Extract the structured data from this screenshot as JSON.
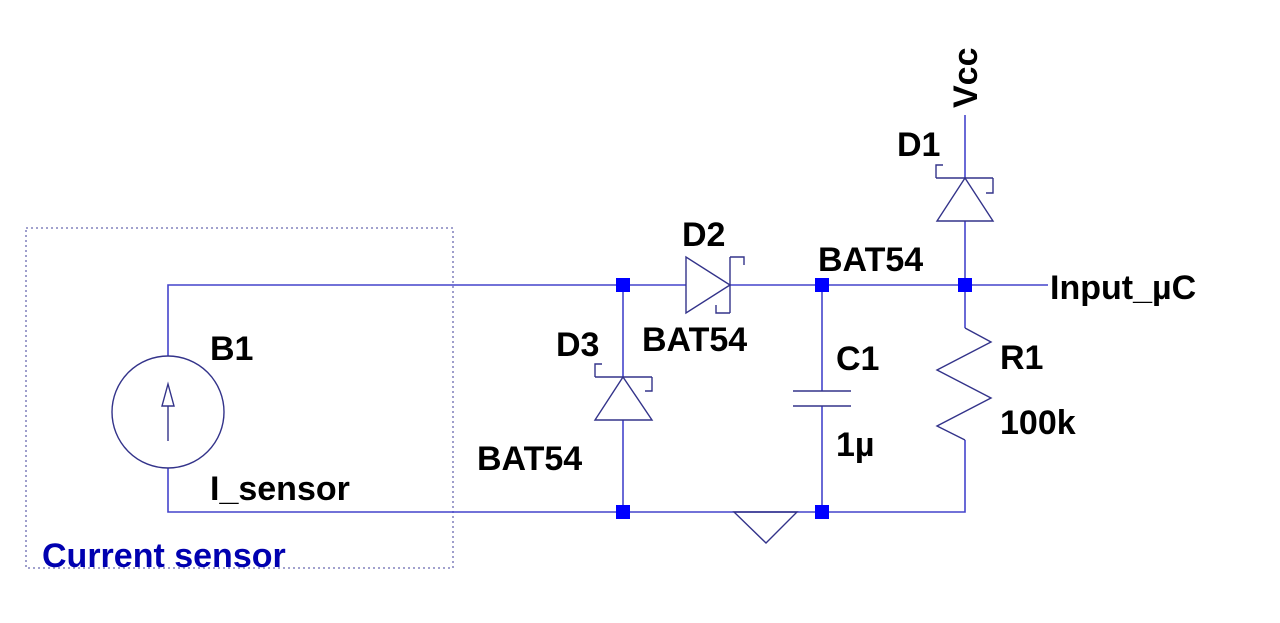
{
  "colors": {
    "wire": "#4444cc",
    "symbol": "#33338a",
    "junction": "#0000ff",
    "label_text": "#000000",
    "comment_text": "#0000b0",
    "background": "#ffffff"
  },
  "comment_box": {
    "label": "Current sensor"
  },
  "components": {
    "B1": {
      "ref": "B1",
      "value": "I_sensor",
      "type": "current-source"
    },
    "D1": {
      "ref": "D1",
      "value": "BAT54",
      "type": "schottky-diode"
    },
    "D2": {
      "ref": "D2",
      "value": "BAT54",
      "type": "schottky-diode"
    },
    "D3": {
      "ref": "D3",
      "value": "BAT54",
      "type": "schottky-diode"
    },
    "C1": {
      "ref": "C1",
      "value": "1µ",
      "type": "capacitor"
    },
    "R1": {
      "ref": "R1",
      "value": "100k",
      "type": "resistor"
    }
  },
  "nets": {
    "vcc": "Vcc",
    "output": "Input_µC",
    "ground": "GND"
  }
}
